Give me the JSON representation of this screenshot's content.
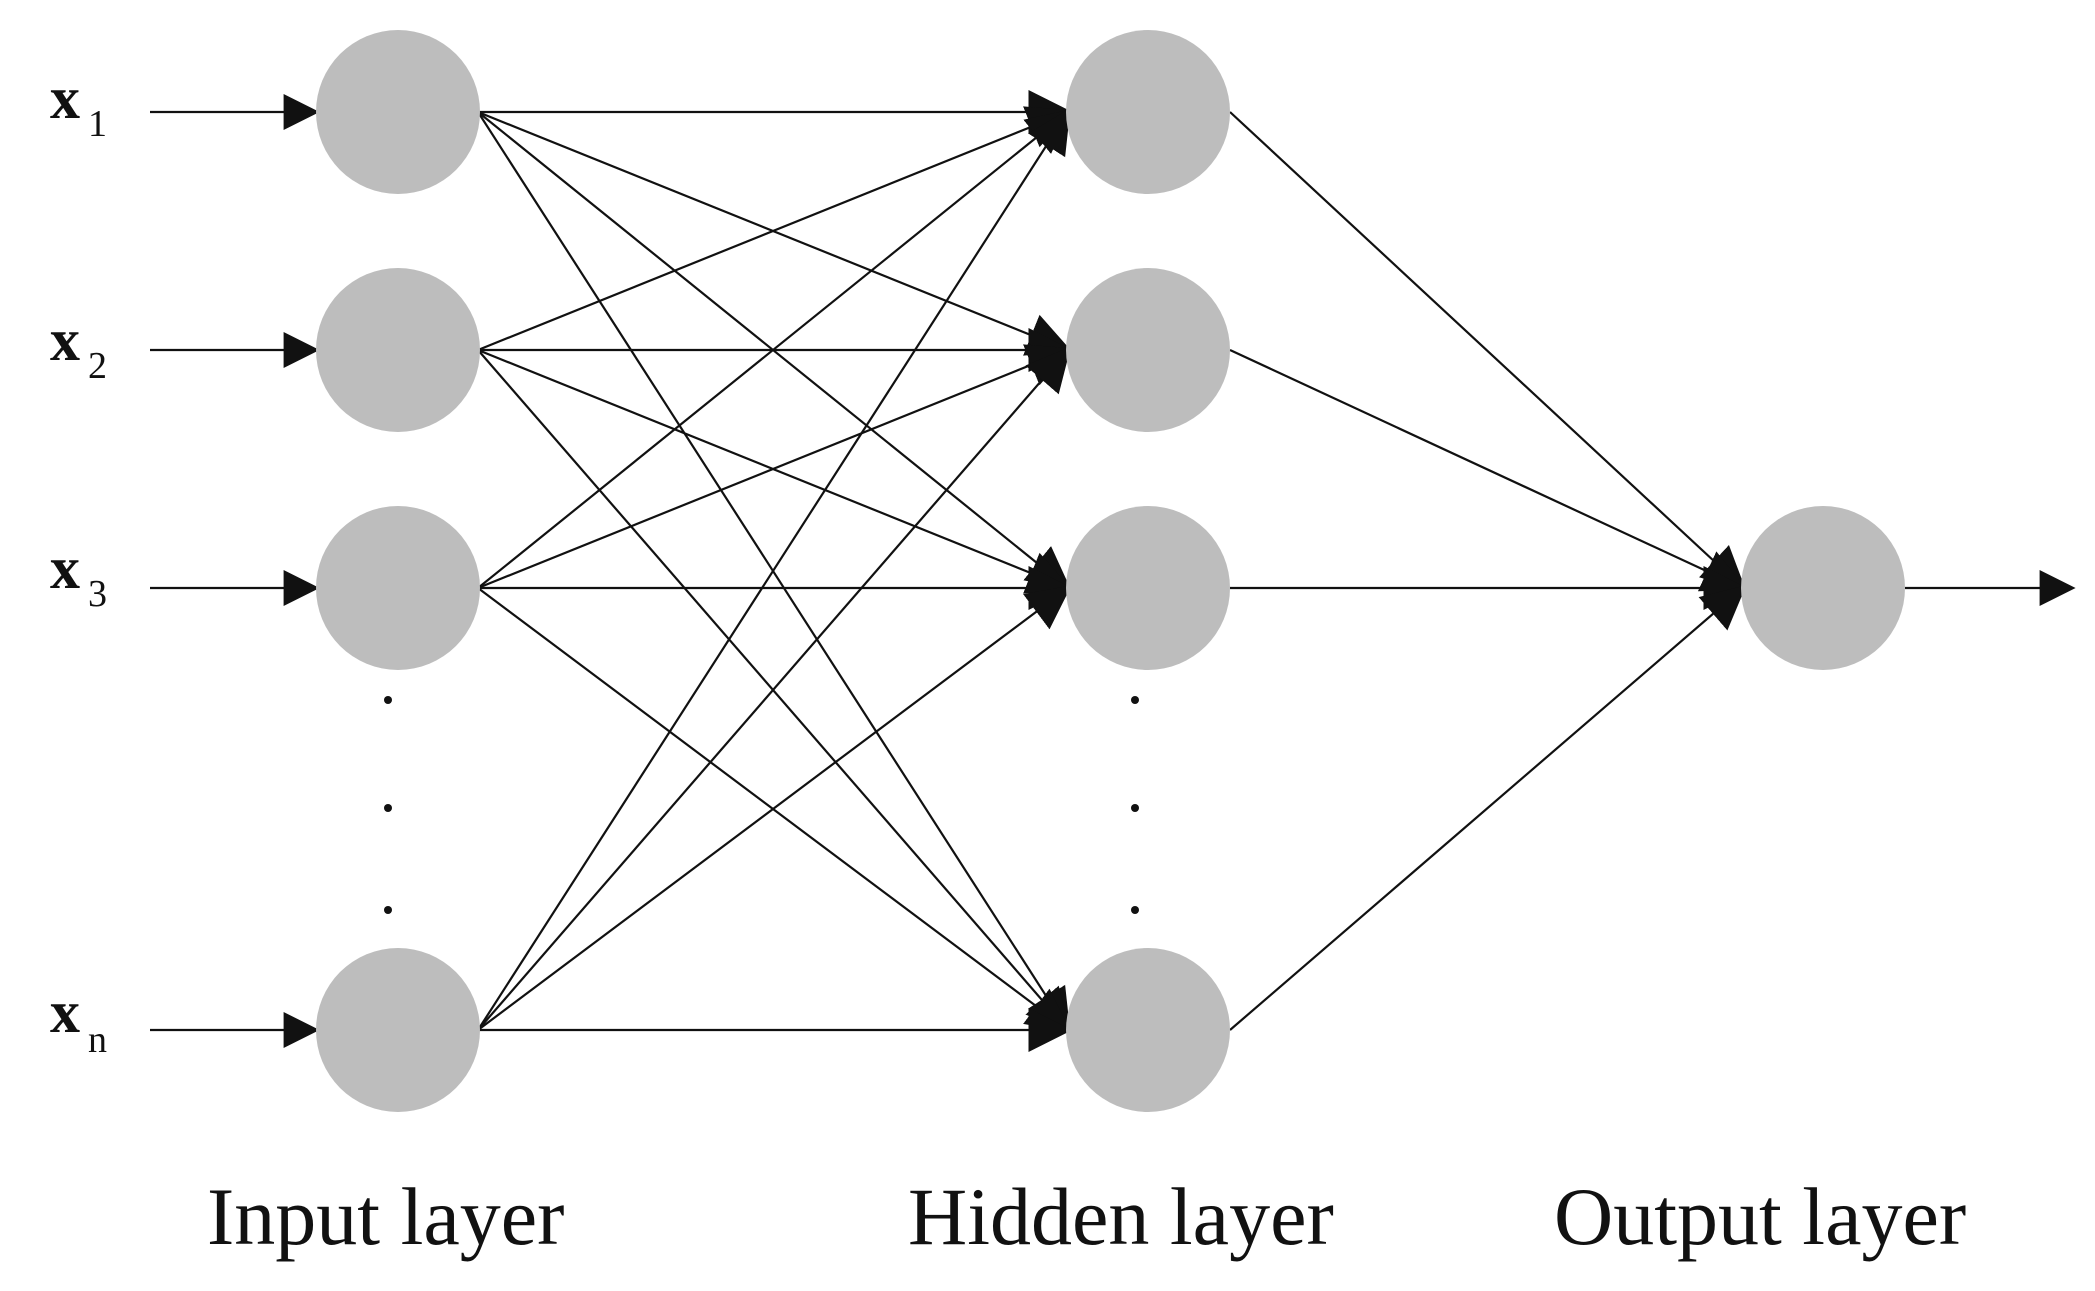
{
  "inputs": [
    {
      "var": "x",
      "sub": "1"
    },
    {
      "var": "x",
      "sub": "2"
    },
    {
      "var": "x",
      "sub": "3"
    },
    {
      "var": "x",
      "sub": "n"
    }
  ],
  "layers": {
    "input": "Input layer",
    "hidden": "Hidden layer",
    "output": "Output layer"
  },
  "network": {
    "input_nodes_drawn": 4,
    "hidden_nodes_drawn": 4,
    "output_nodes_drawn": 1,
    "fully_connected": true
  },
  "colors": {
    "node": "#bdbdbd",
    "line": "#111111",
    "text": "#111111"
  }
}
